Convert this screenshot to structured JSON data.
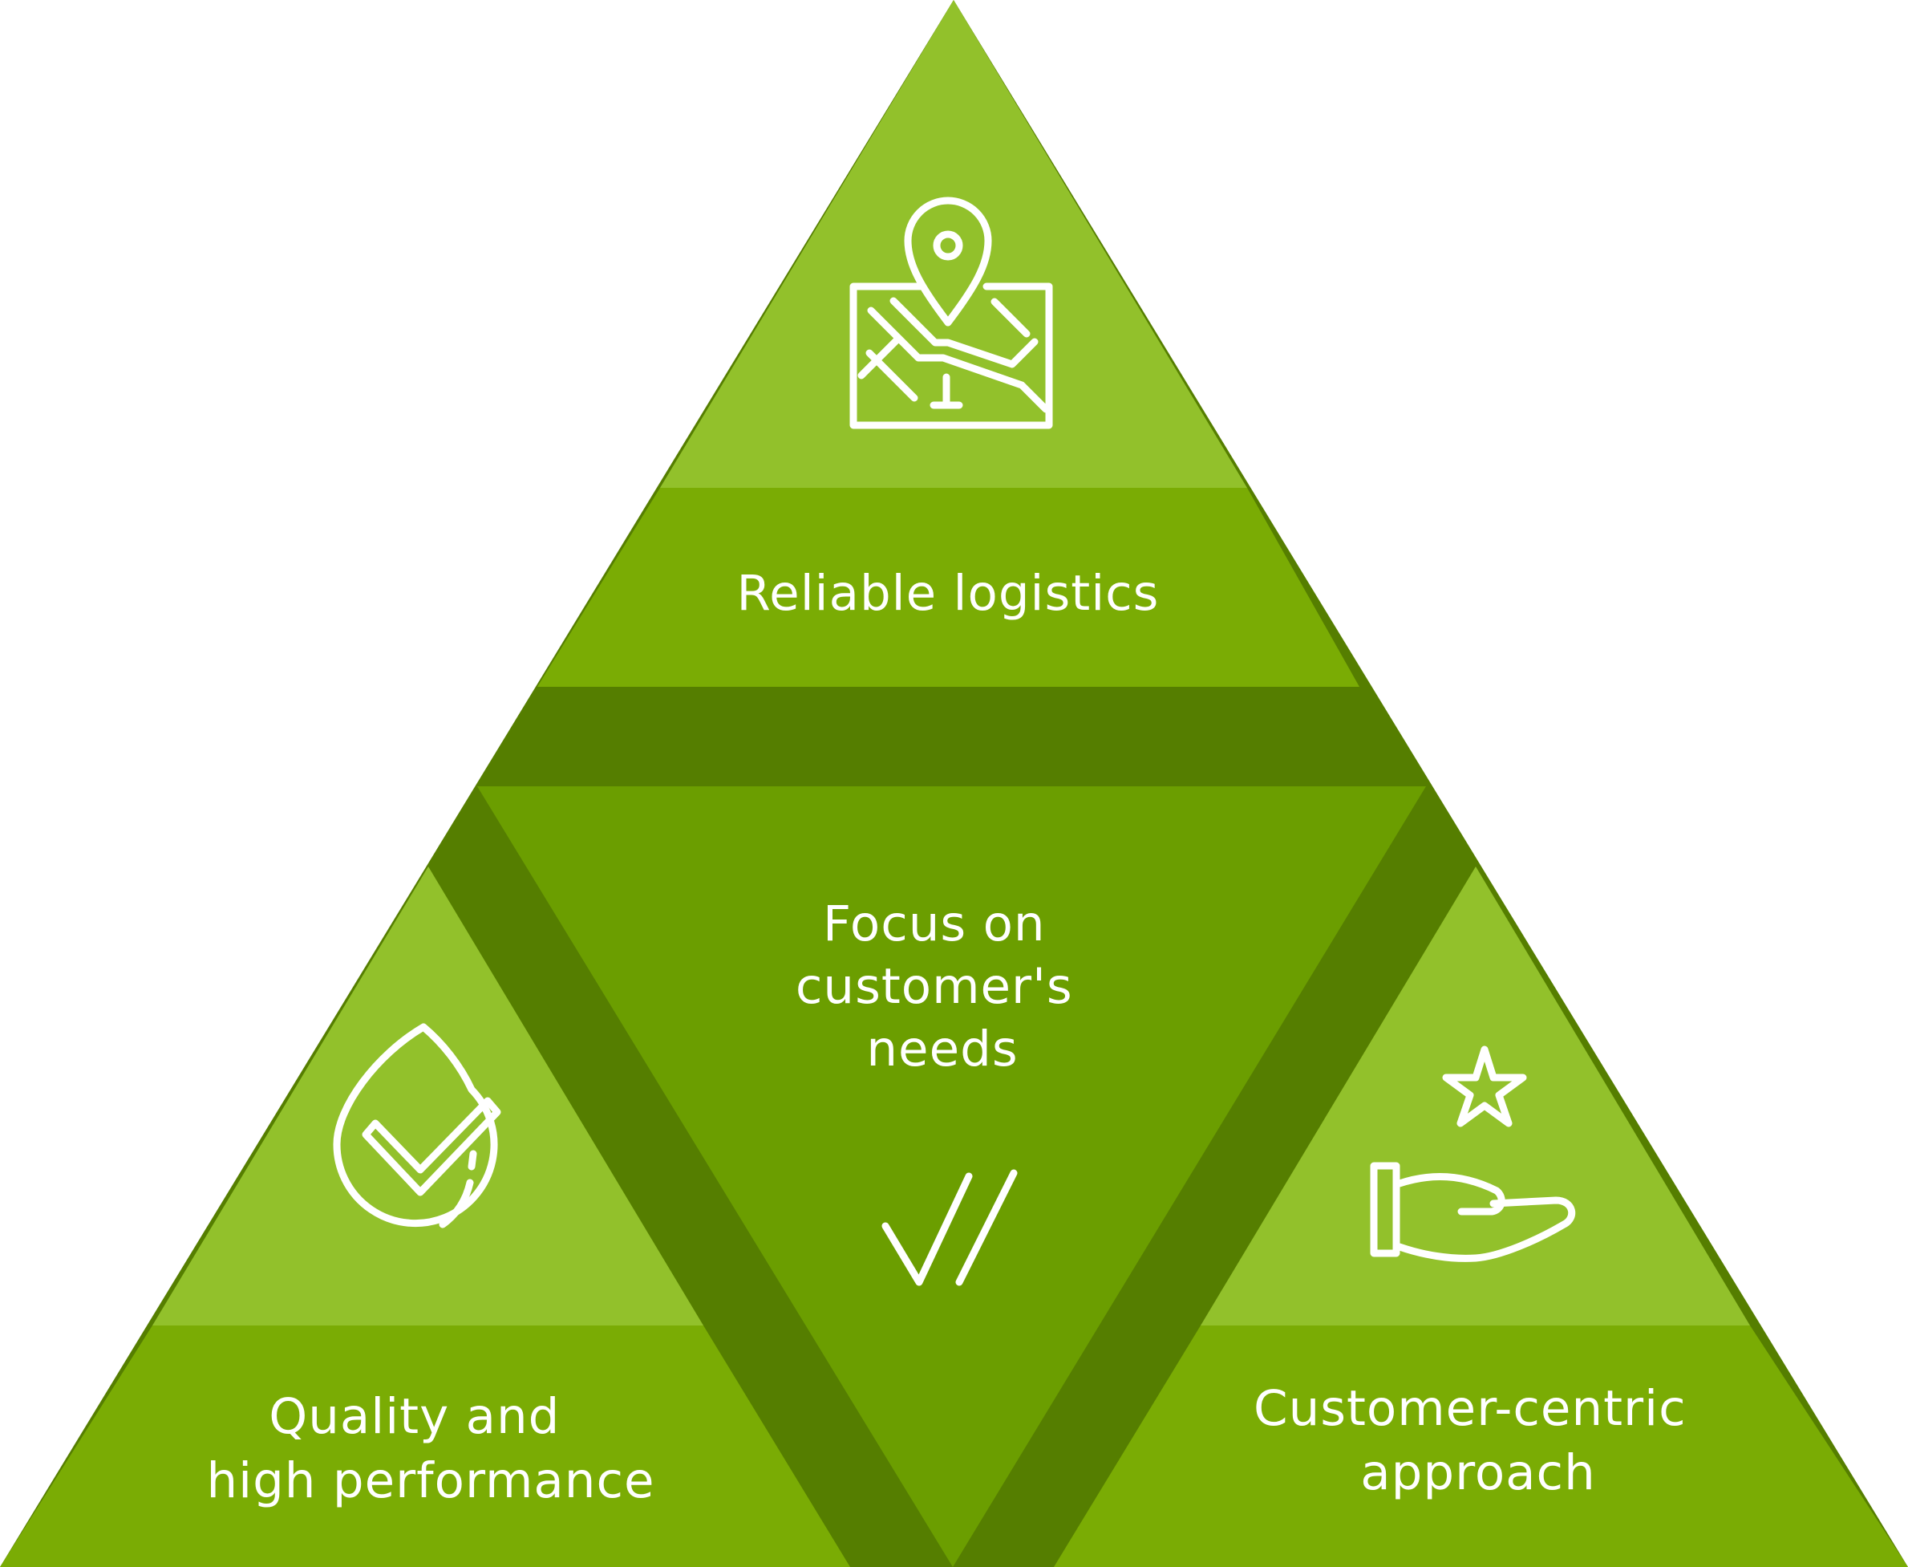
{
  "colors": {
    "background": "#ffffff",
    "outer_light": "#92c12b",
    "band": "#7aac04",
    "center_triangle": "#6b9e00",
    "gap_dark": "#557e00",
    "text": "#ffffff"
  },
  "segments": {
    "top": {
      "label": "Reliable logistics",
      "icon": "map-pin-icon"
    },
    "center": {
      "lines": [
        "Focus on",
        "customer's",
        "needs"
      ],
      "icon": "double-check-icon"
    },
    "bottom_left": {
      "lines": [
        "Quality and",
        "high performance"
      ],
      "icon": "drop-check-icon"
    },
    "bottom_right": {
      "lines": [
        "Customer-centric",
        "approach"
      ],
      "icon": "hand-star-icon"
    }
  }
}
